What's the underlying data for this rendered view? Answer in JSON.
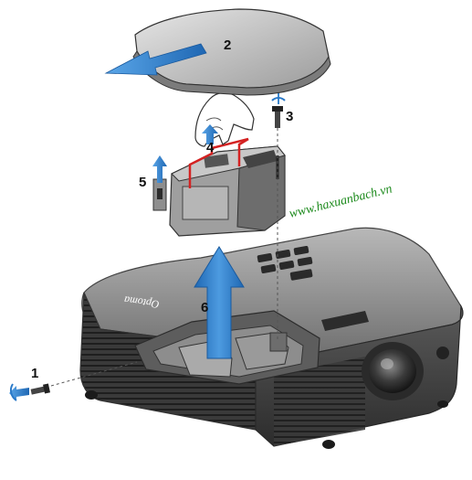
{
  "diagram": {
    "steps": [
      "1",
      "2",
      "3",
      "4",
      "5",
      "6"
    ],
    "brand_logo_text": "Optoma",
    "watermark": "www.haxuanbach.vn",
    "colors": {
      "arrow_blue": "#2a79c8",
      "arrow_blue_light": "#5aa6e8",
      "housing_light": "#a9a9a9",
      "housing_dark": "#3c3c3c",
      "latch_red": "#d42222",
      "watermark_green": "#1c8a1c"
    },
    "icons": [
      "screw-icon",
      "lamp-module",
      "lamp-cover",
      "hand-icon",
      "projector-body",
      "lens"
    ]
  }
}
